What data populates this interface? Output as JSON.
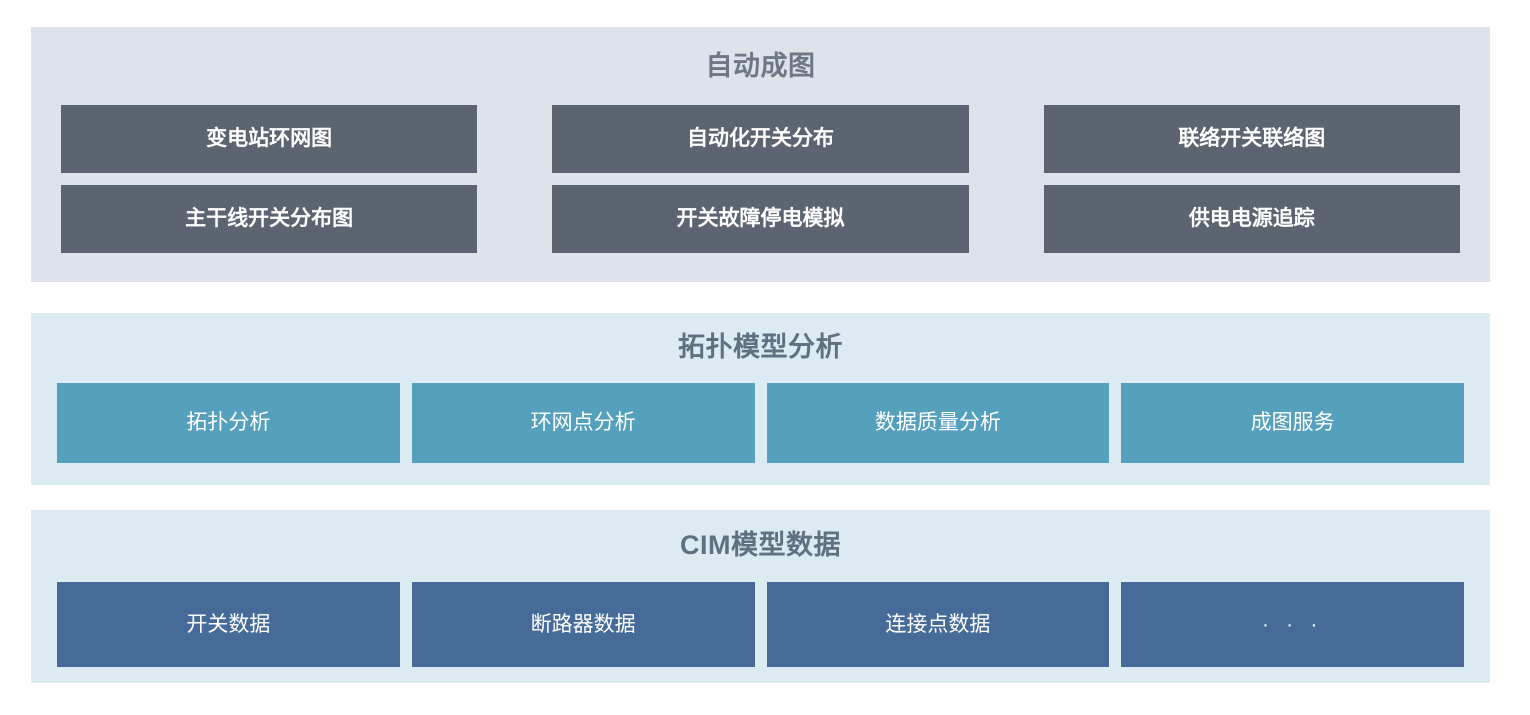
{
  "colors": {
    "page_background": "#ffffff",
    "tier1_panel_bg": "#dee2ea",
    "tier1_button_bg": "#5c6472",
    "tier1_title_color": "#6e7785",
    "tier2_panel_bg": "#dcebf2",
    "tier2_button_bg": "#55a0bd",
    "tier3_panel_bg": "#dcebf2",
    "tier3_button_bg": "#466b99",
    "section_title_color": "#5f7180",
    "button_text_color": "#ffffff"
  },
  "tiers": [
    {
      "id": "auto-mapping",
      "title": "自动成图",
      "rows": [
        [
          {
            "label": "变电站环网图"
          },
          {
            "label": "自动化开关分布"
          },
          {
            "label": "联络开关联络图"
          }
        ],
        [
          {
            "label": "主干线开关分布图"
          },
          {
            "label": "开关故障停电模拟"
          },
          {
            "label": "供电电源追踪"
          }
        ]
      ]
    },
    {
      "id": "topology",
      "title": "拓扑模型分析",
      "rows": [
        [
          {
            "label": "拓扑分析"
          },
          {
            "label": "环网点分析"
          },
          {
            "label": "数据质量分析"
          },
          {
            "label": "成图服务"
          }
        ]
      ]
    },
    {
      "id": "cim",
      "title": "CIM模型数据",
      "rows": [
        [
          {
            "label": "开关数据"
          },
          {
            "label": "断路器数据"
          },
          {
            "label": "连接点数据"
          },
          {
            "label": "· · ·"
          }
        ]
      ]
    }
  ]
}
